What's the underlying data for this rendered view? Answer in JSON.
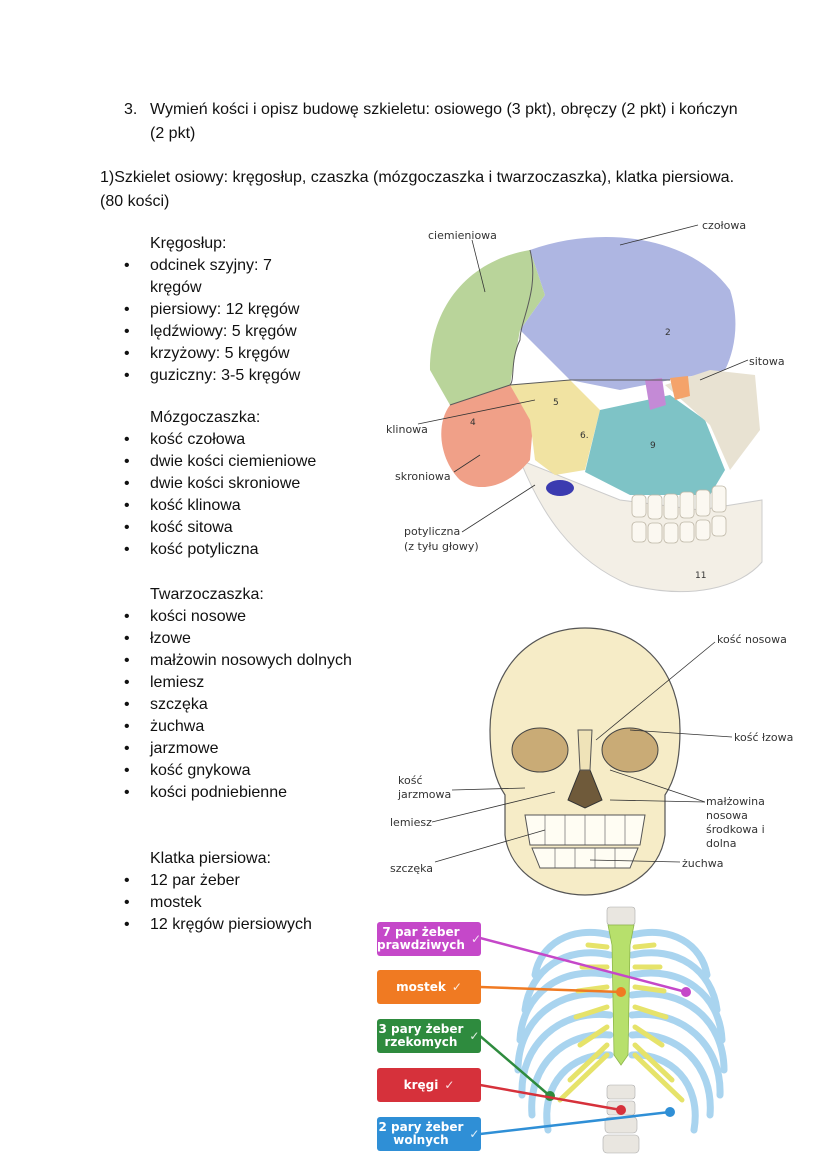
{
  "question": {
    "number": "3.",
    "text": "Wymień kości i opisz budowę szkieletu: osiowego (3 pkt), obręczy (2 pkt) i kończyn (2 pkt)"
  },
  "intro": "1)Szkielet osiowy: kręgosłup, czaszka (mózgoczaszka i twarzoczaszka), klatka piersiowa. (80 kości)",
  "sections": {
    "kregoslup": {
      "title": "Kręgosłup:",
      "items": [
        "odcinek szyjny: 7 kręgów",
        "piersiowy: 12 kręgów",
        "lędźwiowy: 5 kręgów",
        "krzyżowy: 5 kręgów",
        "guziczny: 3-5 kręgów"
      ]
    },
    "mozgoczaszka": {
      "title": "Mózgoczaszka:",
      "items": [
        "kość czołowa",
        "dwie kości ciemieniowe",
        "dwie kości skroniowe",
        "kość klinowa",
        "kość sitowa",
        "kość potyliczna"
      ]
    },
    "twarzoczaszka": {
      "title": "Twarzoczaszka:",
      "items": [
        "kości nosowe",
        "łzowe",
        "małżowin nosowych dolnych",
        "lemiesz",
        "szczęka",
        "żuchwa",
        "jarzmowe",
        "kość gnykowa",
        "kości podniebienne"
      ]
    },
    "klatka": {
      "title": "Klatka piersiowa:",
      "items": [
        "12 par żeber",
        "mostek",
        "12 kręgów piersiowych"
      ]
    }
  },
  "skull1_labels": {
    "ciemieniowa": "ciemieniowa",
    "czolowa": "czołowa",
    "sitowa": "sitowa",
    "klinowa": "klinowa",
    "skroniowa": "skroniowa",
    "potyliczna": "potyliczna",
    "potyliczna_note": "(z tyłu głowy)",
    "num2": "2",
    "num5": "5",
    "num6": "6.",
    "num9": "9",
    "num4": "4",
    "num11": "11"
  },
  "skull2_labels": {
    "nosowa": "kość nosowa",
    "lzowa": "kość łzowa",
    "jarzmowa1": "kość",
    "jarzmowa2": "jarzmowa",
    "lemiesz": "lemiesz",
    "szczeka": "szczęka",
    "malzowina1": "małżowina",
    "malzowina2": "nosowa",
    "malzowina3": "środkowa i",
    "malzowina4": "dolna",
    "zuchwa": "żuchwa"
  },
  "ribcage_labels": [
    {
      "line1": "7 par żeber",
      "line2": "prawdziwych",
      "color": "#c548c9"
    },
    {
      "line1": "mostek",
      "line2": "",
      "color": "#f07a22"
    },
    {
      "line1": "3 pary żeber",
      "line2": "rzekomych",
      "color": "#2e8b3e"
    },
    {
      "line1": "kręgi",
      "line2": "",
      "color": "#d6313b"
    },
    {
      "line1": "2 pary żeber",
      "line2": "wolnych",
      "color": "#2f8fd6"
    }
  ],
  "checkmark": "✓",
  "colors": {
    "frontal": "#aeb6e2",
    "parietal": "#b9d49a",
    "temporal": "#f0a088",
    "sphenoid": "#f1e3a2",
    "maxilla": "#7ec3c6",
    "bone": "#f4ecd4",
    "rib_blue": "#a9d4ef",
    "rib_yellow": "#e6e36a",
    "sternum": "#b7e06c"
  }
}
